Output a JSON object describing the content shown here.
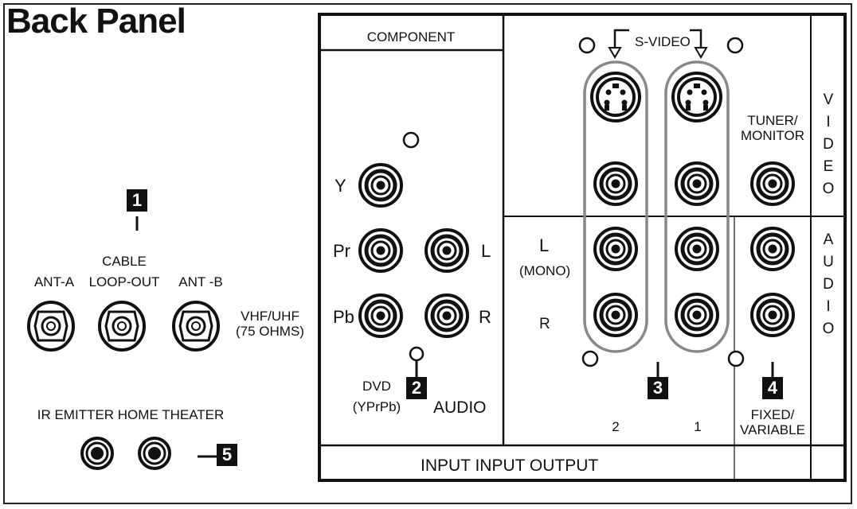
{
  "title": "Back Panel",
  "left": {
    "badge_1": "1",
    "cable_loop_out": [
      "CABLE",
      "LOOP-OUT"
    ],
    "ant_a": "ANT-A",
    "ant_b": "ANT -B",
    "vhf_uhf": [
      "VHF/UHF",
      "(75 OHMS)"
    ],
    "ir_emitter": "IR EMITTER HOME THEATER",
    "badge_5": "5"
  },
  "component": {
    "header": "COMPONENT",
    "y": "Y",
    "pr": "Pr",
    "pb": "Pb",
    "l": "L",
    "r": "R",
    "badge_2": "2",
    "dvd": [
      "DVD",
      "(YPrPb)"
    ],
    "audio": "AUDIO"
  },
  "video_audio": {
    "s_video": "S-VIDEO",
    "tuner_monitor": [
      "TUNER/",
      "MONITOR"
    ],
    "l": "L",
    "mono": "(MONO)",
    "r": "R",
    "badge_3": "3",
    "badge_4": "4",
    "col_2": "2",
    "col_1": "1",
    "fixed_variable": [
      "FIXED/",
      "VARIABLE"
    ],
    "video_letters": [
      "V",
      "I",
      "D",
      "E",
      "O"
    ],
    "audio_letters": [
      "A",
      "U",
      "D",
      "I",
      "O"
    ]
  },
  "footer": "INPUT INPUT OUTPUT"
}
